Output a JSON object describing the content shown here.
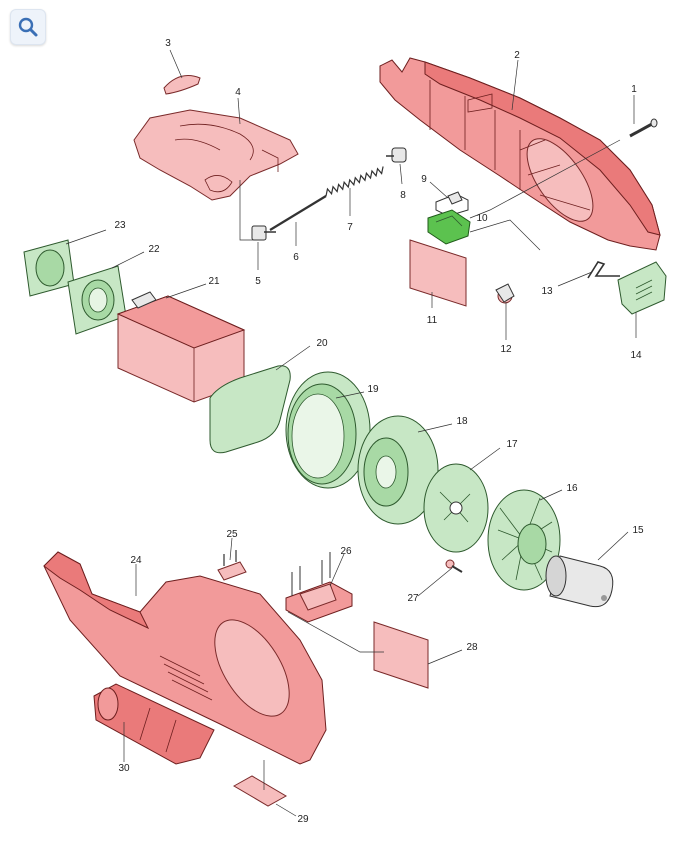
{
  "toolbar": {
    "zoom_icon": "magnifier-icon"
  },
  "parts": [
    {
      "num": "1"
    },
    {
      "num": "2"
    },
    {
      "num": "3"
    },
    {
      "num": "4"
    },
    {
      "num": "5"
    },
    {
      "num": "6"
    },
    {
      "num": "7"
    },
    {
      "num": "8"
    },
    {
      "num": "9"
    },
    {
      "num": "10"
    },
    {
      "num": "11"
    },
    {
      "num": "12"
    },
    {
      "num": "13"
    },
    {
      "num": "14"
    },
    {
      "num": "15"
    },
    {
      "num": "16"
    },
    {
      "num": "17"
    },
    {
      "num": "18"
    },
    {
      "num": "19"
    },
    {
      "num": "20"
    },
    {
      "num": "21"
    },
    {
      "num": "22"
    },
    {
      "num": "23"
    },
    {
      "num": "24"
    },
    {
      "num": "25"
    },
    {
      "num": "26"
    },
    {
      "num": "27"
    },
    {
      "num": "28"
    },
    {
      "num": "29"
    },
    {
      "num": "30"
    }
  ],
  "colors": {
    "housing": "#f29a9a",
    "filter": "#c7e7c5",
    "switch": "#5cc24f",
    "accent_ui": "#3a6fb5"
  }
}
